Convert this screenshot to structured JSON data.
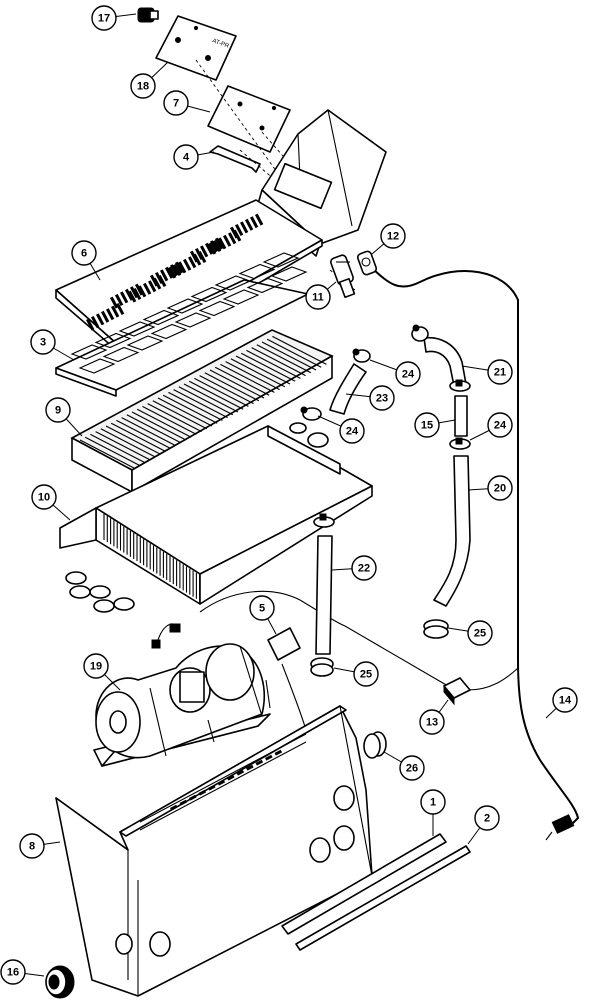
{
  "diagram": {
    "parts": [
      {
        "id": "part-17",
        "label": "17"
      },
      {
        "id": "part-18",
        "label": "18"
      },
      {
        "id": "part-7",
        "label": "7"
      },
      {
        "id": "part-4",
        "label": "4"
      },
      {
        "id": "part-12",
        "label": "12"
      },
      {
        "id": "part-6",
        "label": "6"
      },
      {
        "id": "part-11",
        "label": "11"
      },
      {
        "id": "part-3",
        "label": "3"
      },
      {
        "id": "part-24a",
        "label": "24"
      },
      {
        "id": "part-21",
        "label": "21"
      },
      {
        "id": "part-23",
        "label": "23"
      },
      {
        "id": "part-9",
        "label": "9"
      },
      {
        "id": "part-24b",
        "label": "24"
      },
      {
        "id": "part-15",
        "label": "15"
      },
      {
        "id": "part-24c",
        "label": "24"
      },
      {
        "id": "part-20",
        "label": "20"
      },
      {
        "id": "part-10",
        "label": "10"
      },
      {
        "id": "part-22",
        "label": "22"
      },
      {
        "id": "part-5",
        "label": "5"
      },
      {
        "id": "part-25a",
        "label": "25"
      },
      {
        "id": "part-25b",
        "label": "25"
      },
      {
        "id": "part-19",
        "label": "19"
      },
      {
        "id": "part-14",
        "label": "14"
      },
      {
        "id": "part-13",
        "label": "13"
      },
      {
        "id": "part-26",
        "label": "26"
      },
      {
        "id": "part-1",
        "label": "1"
      },
      {
        "id": "part-2",
        "label": "2"
      },
      {
        "id": "part-8",
        "label": "8"
      },
      {
        "id": "part-16",
        "label": "16"
      }
    ]
  }
}
